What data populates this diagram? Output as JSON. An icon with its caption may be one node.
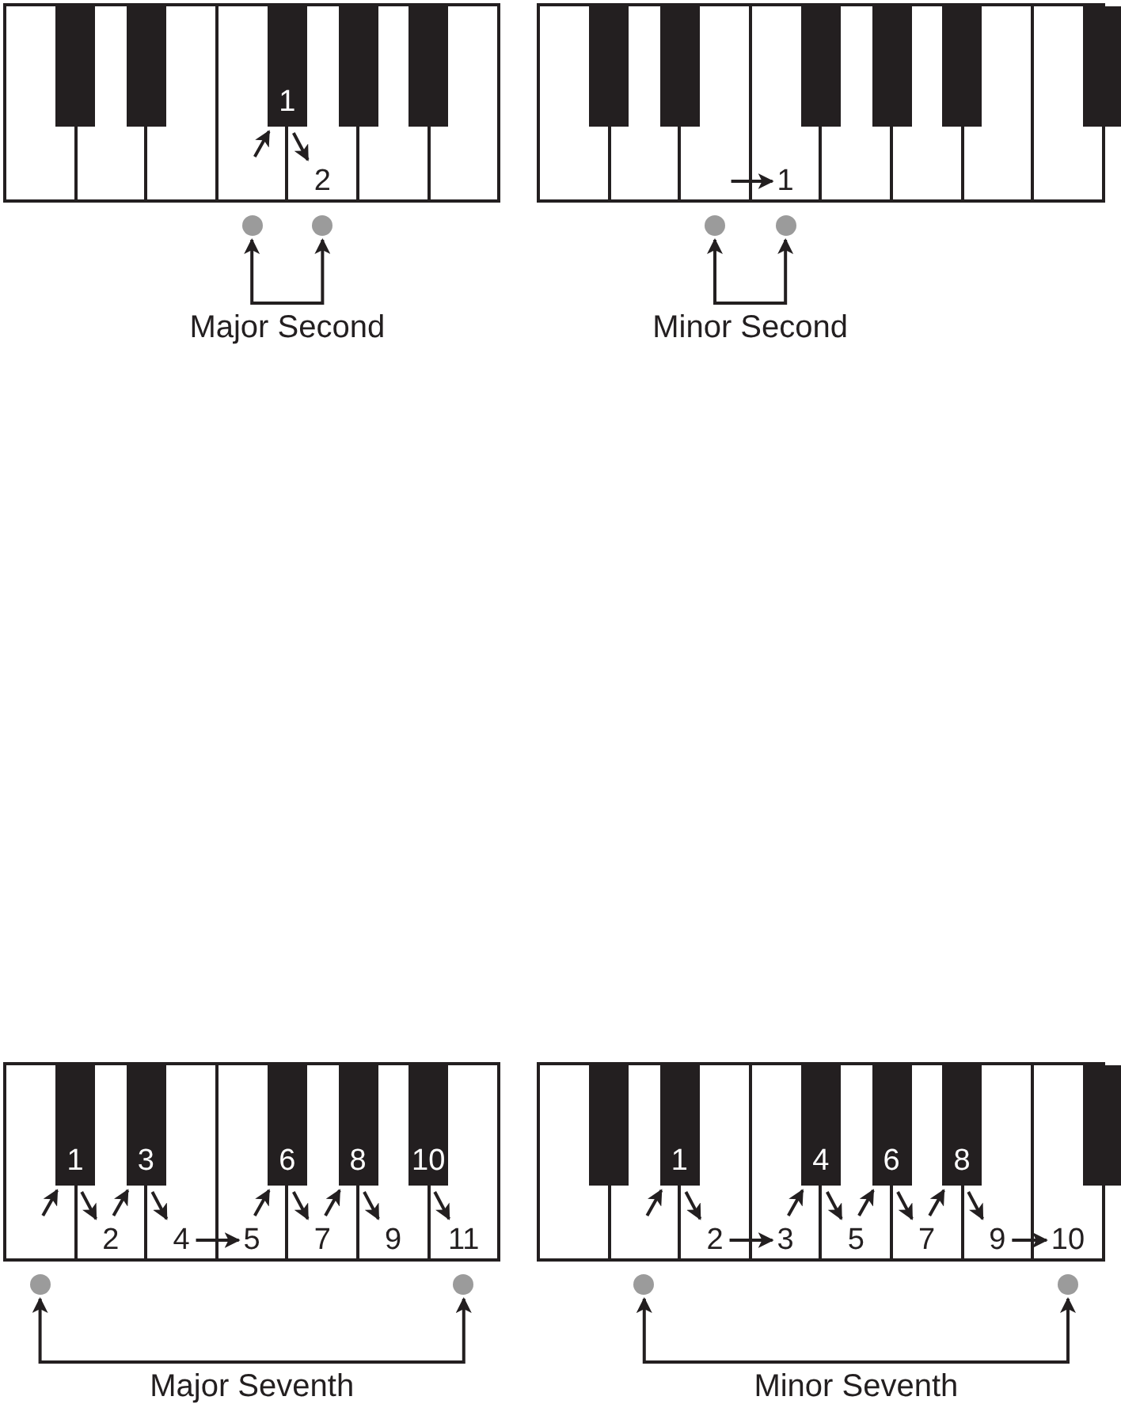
{
  "diagram": {
    "nodes": [
      {
        "text": [],
        "shape": "box"
      },
      {
        "text": [],
        "shape": "box"
      },
      {
        "text": [],
        "shape": "box"
      },
      {
        "text": [],
        "shape": "box"
      },
      {
        "text": [],
        "shape": "box"
      },
      {
        "text": [],
        "shape": "box"
      },
      {
        "text": [
          "1"
        ]
      },
      {
        "text": [
          "2"
        ]
      },
      {
        "text": [],
        "shape": "box"
      },
      {
        "text": [],
        "shape": "box"
      },
      {
        "text": [],
        "shape": "box"
      },
      {
        "text": [],
        "shape": "box"
      },
      {
        "text": [],
        "shape": "circle"
      },
      {
        "text": [],
        "shape": "circle"
      },
      {
        "text": [],
        "shape": "box"
      },
      {
        "text": [],
        "shape": "box"
      },
      {
        "text": [],
        "shape": "box"
      },
      {
        "text": [],
        "shape": "box"
      },
      {
        "text": [],
        "shape": "box"
      },
      {
        "text": [
          "1"
        ]
      },
      {
        "text": [],
        "shape": "box"
      },
      {
        "text": [],
        "shape": "box"
      },
      {
        "text": [],
        "shape": "box"
      },
      {
        "text": [],
        "shape": "box"
      },
      {
        "text": [],
        "shape": "box"
      },
      {
        "text": [],
        "shape": "box"
      },
      {
        "text": [],
        "shape": "box"
      },
      {
        "text": [],
        "shape": "box"
      },
      {
        "text": [],
        "shape": "circle"
      },
      {
        "text": [],
        "shape": "circle"
      },
      {
        "text": [],
        "shape": "box"
      },
      {
        "text": [
          "1"
        ]
      },
      {
        "text": [
          "2"
        ]
      },
      {
        "text": [
          "3"
        ]
      },
      {
        "text": [
          "4"
        ]
      },
      {
        "text": [
          "5"
        ]
      },
      {
        "text": [
          "6"
        ]
      },
      {
        "text": [
          "7"
        ]
      },
      {
        "text": [
          "8"
        ]
      },
      {
        "text": [
          "9"
        ]
      },
      {
        "text": [
          "10"
        ]
      },
      {
        "text": [
          "11"
        ]
      },
      {
        "text": [],
        "shape": "circle"
      },
      {
        "text": [],
        "shape": "circle"
      },
      {
        "text": [],
        "shape": "box"
      },
      {
        "text": [],
        "shape": "box"
      },
      {
        "text": [],
        "shape": "box"
      },
      {
        "text": [
          "1"
        ]
      },
      {
        "text": [
          "2"
        ]
      },
      {
        "text": [
          "3"
        ]
      },
      {
        "text": [
          "4"
        ]
      },
      {
        "text": [
          "5"
        ]
      },
      {
        "text": [
          "6"
        ]
      },
      {
        "text": [
          "7"
        ]
      },
      {
        "text": [
          "8"
        ]
      },
      {
        "text": [
          "9"
        ]
      },
      {
        "text": [
          "10"
        ]
      },
      {
        "text": [],
        "shape": "box"
      },
      {
        "text": [],
        "shape": "circle"
      },
      {
        "text": [],
        "shape": "circle"
      }
    ],
    "edges": [
      {
        "from": 5,
        "to": 6,
        "arrow": "to"
      },
      {
        "from": 6,
        "to": 7,
        "arrow": "to"
      },
      {
        "from": 12,
        "to": 13,
        "arrow": "both",
        "label": "Major Second"
      },
      {
        "from": 18,
        "to": 19,
        "arrow": "to"
      },
      {
        "from": 28,
        "to": 29,
        "arrow": "both",
        "label": "Minor Second"
      },
      {
        "from": 30,
        "to": 31,
        "arrow": "to"
      },
      {
        "from": 31,
        "to": 32,
        "arrow": "to"
      },
      {
        "from": 32,
        "to": 33,
        "arrow": "to"
      },
      {
        "from": 33,
        "to": 34,
        "arrow": "to"
      },
      {
        "from": 34,
        "to": 35,
        "arrow": "to"
      },
      {
        "from": 35,
        "to": 36,
        "arrow": "to"
      },
      {
        "from": 36,
        "to": 37,
        "arrow": "to"
      },
      {
        "from": 37,
        "to": 38,
        "arrow": "to"
      },
      {
        "from": 38,
        "to": 39,
        "arrow": "to"
      },
      {
        "from": 40,
        "to": 41,
        "arrow": "to"
      },
      {
        "from": 42,
        "to": 43,
        "arrow": "both",
        "label": "Major Seventh"
      },
      {
        "from": 46,
        "to": 47,
        "arrow": "to"
      },
      {
        "from": 47,
        "to": 48,
        "arrow": "to"
      },
      {
        "from": 48,
        "to": 49,
        "arrow": "to"
      },
      {
        "from": 49,
        "to": 50,
        "arrow": "to"
      },
      {
        "from": 50,
        "to": 51,
        "arrow": "to"
      },
      {
        "from": 51,
        "to": 52,
        "arrow": "to"
      },
      {
        "from": 52,
        "to": 53,
        "arrow": "to"
      },
      {
        "from": 53,
        "to": 54,
        "arrow": "to"
      },
      {
        "from": 54,
        "to": 55,
        "arrow": "to"
      },
      {
        "from": 55,
        "to": 56,
        "arrow": "to"
      },
      {
        "from": 58,
        "to": 59,
        "arrow": "both",
        "label": "Minor Seventh"
      }
    ]
  }
}
